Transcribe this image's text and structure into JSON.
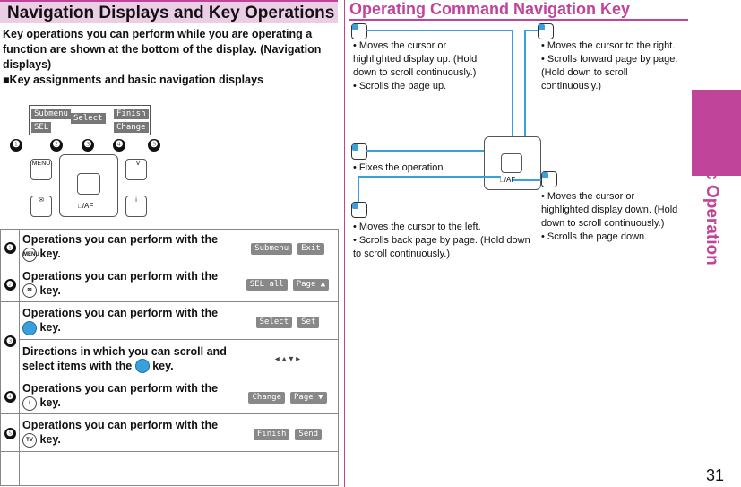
{
  "left_header": "Navigation Displays and Key Operations",
  "right_header": "Operating Command Navigation Key",
  "side_tab": "Basic Operation",
  "page_number": "31",
  "intro": "Key operations you can perform while you are operating a function are shown at the bottom of the display. (Navigation displays)",
  "subheading": "■Key assignments and basic navigation displays",
  "illus": {
    "soft_labels": [
      "Submenu",
      "Select",
      "Finish",
      "SEL",
      "Change"
    ],
    "numbers": [
      "❶",
      "❷",
      "❸",
      "❹",
      "❺"
    ],
    "keys": [
      "MENU",
      "✉",
      "TV",
      "i"
    ],
    "pad_label": "□/AF"
  },
  "table": [
    {
      "num": "❶",
      "text1": "Operations you can perform with the",
      "key": "MENU",
      "text2": "key.",
      "btn1": "Submenu",
      "btn2": "Exit"
    },
    {
      "num": "❷",
      "text1": "Operations you can perform with the",
      "key": "✉",
      "text2": "key.",
      "btn1": "SEL all",
      "btn2": "Page ▲"
    },
    {
      "num": "❸",
      "text1": "Operations you can perform with the",
      "key": "●",
      "text2": "key.",
      "btn1": "Select",
      "btn2": "Set"
    },
    {
      "num": "",
      "text1": "Directions in which you can scroll and select items with the",
      "key": "◉",
      "text2": "key.",
      "btn1": "◂ ▴ ▾ ▸",
      "btn2": ""
    },
    {
      "num": "❹",
      "text1": "Operations you can perform with the",
      "key": "i",
      "text2": "key.",
      "btn1": "Change",
      "btn2": "Page ▼"
    },
    {
      "num": "❺",
      "text1": "Operations you can perform with the",
      "key": "TV",
      "text2": "key.",
      "btn1": "Finish",
      "btn2": "Send"
    }
  ],
  "nav": {
    "up": [
      "• Moves the cursor or highlighted display up. (Hold down to scroll continuously.)",
      "• Scrolls the page up."
    ],
    "right": [
      "• Moves the cursor to the right.",
      "• Scrolls forward page by page. (Hold down to scroll continuously.)"
    ],
    "center": [
      "• Fixes the operation."
    ],
    "left": [
      "• Moves the cursor to the left.",
      "• Scrolls back page by page. (Hold down to scroll continuously.)"
    ],
    "down": [
      "• Moves the cursor or highlighted display down. (Hold down to scroll continuously.)",
      "• Scrolls the page down."
    ],
    "pad_label": "□/AF"
  }
}
